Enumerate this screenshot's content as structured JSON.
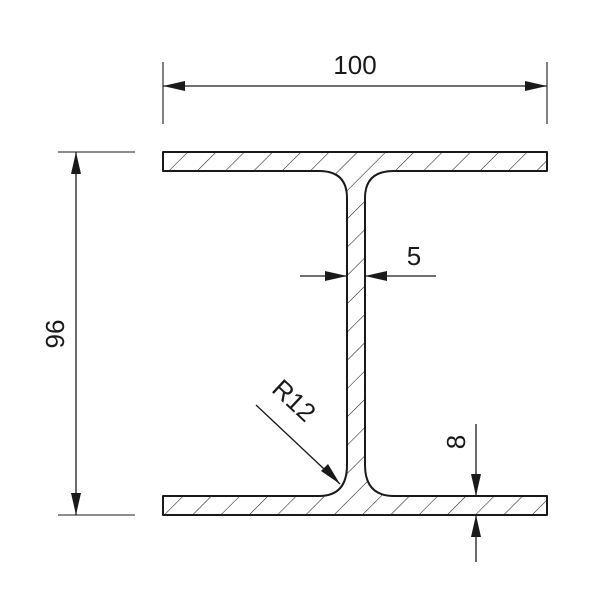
{
  "dimensions": {
    "width_label": "100",
    "height_label": "96",
    "web_thickness_label": "5",
    "flange_thickness_label": "8",
    "fillet_radius_label": "R12"
  }
}
